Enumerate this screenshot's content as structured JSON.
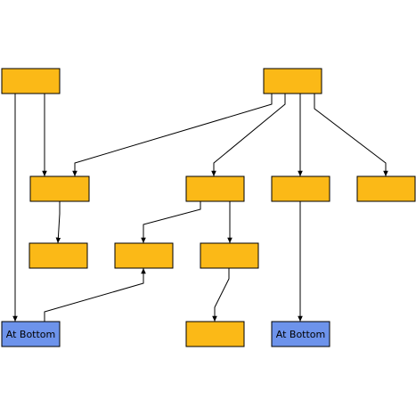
{
  "diagram": {
    "colors": {
      "orange_node": "#FBB917",
      "blue_node": "#6D93EB",
      "edge": "#000000"
    },
    "nodes": [
      {
        "id": "n1",
        "label": "",
        "style": "orange"
      },
      {
        "id": "n2",
        "label": "",
        "style": "orange"
      },
      {
        "id": "n3",
        "label": "",
        "style": "orange"
      },
      {
        "id": "n4",
        "label": "",
        "style": "orange"
      },
      {
        "id": "n5",
        "label": "",
        "style": "orange"
      },
      {
        "id": "n6",
        "label": "",
        "style": "orange"
      },
      {
        "id": "n7",
        "label": "",
        "style": "orange"
      },
      {
        "id": "n8",
        "label": "",
        "style": "orange"
      },
      {
        "id": "n9",
        "label": "",
        "style": "orange"
      },
      {
        "id": "n10",
        "label": "At Bottom",
        "style": "blue"
      },
      {
        "id": "n11",
        "label": "",
        "style": "orange"
      },
      {
        "id": "n12",
        "label": "At Bottom",
        "style": "blue"
      }
    ],
    "edges": [
      {
        "from": "n1",
        "to": "n3"
      },
      {
        "from": "n1",
        "to": "n10"
      },
      {
        "from": "n2",
        "to": "n3"
      },
      {
        "from": "n2",
        "to": "n4"
      },
      {
        "from": "n2",
        "to": "n5"
      },
      {
        "from": "n2",
        "to": "n6"
      },
      {
        "from": "n3",
        "to": "n7"
      },
      {
        "from": "n4",
        "to": "n8"
      },
      {
        "from": "n4",
        "to": "n9"
      },
      {
        "from": "n9",
        "to": "n11"
      },
      {
        "from": "n5",
        "to": "n12"
      },
      {
        "from": "n10",
        "to": "n8"
      }
    ]
  }
}
